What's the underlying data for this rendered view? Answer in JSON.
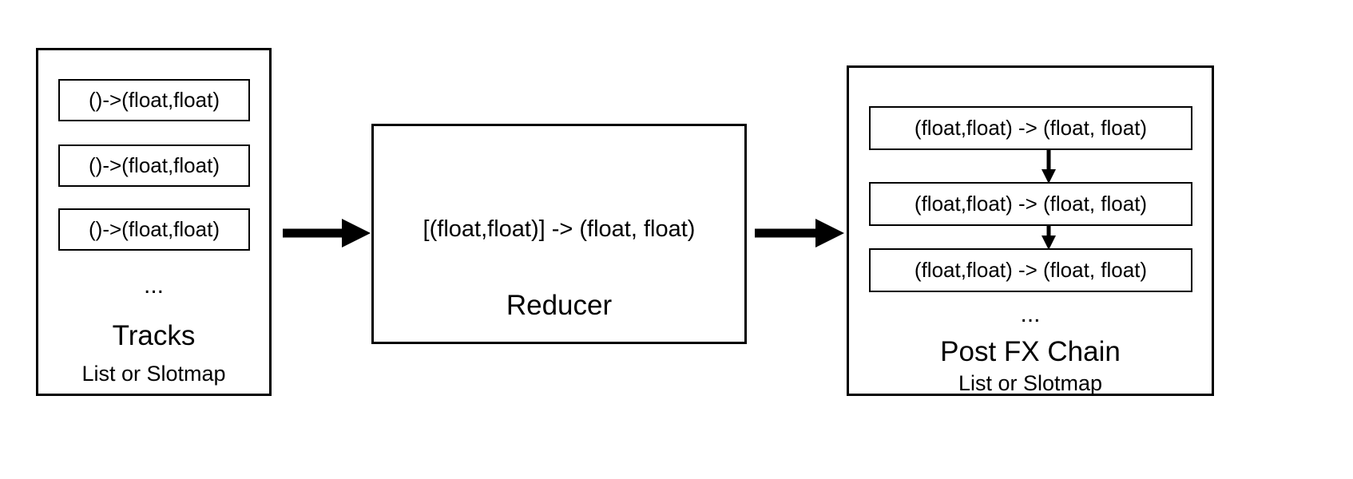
{
  "tracks": {
    "slots": [
      "()->(float,float)",
      "()->(float,float)",
      "()->(float,float)"
    ],
    "ellipsis": "...",
    "title": "Tracks",
    "subtitle": "List or Slotmap"
  },
  "reducer": {
    "signature": "[(float,float)] -> (float, float)",
    "title": "Reducer"
  },
  "postfx": {
    "slots": [
      "(float,float) -> (float, float)",
      "(float,float) -> (float, float)",
      "(float,float) -> (float, float)"
    ],
    "ellipsis": "...",
    "title": "Post FX Chain",
    "subtitle": "List or Slotmap"
  },
  "icons": {
    "flow_arrow": "arrow-right-icon",
    "chain_arrow": "arrow-down-icon"
  },
  "colors": {
    "border": "#000000",
    "background": "#ffffff",
    "text": "#000000",
    "arrow": "#000000"
  }
}
